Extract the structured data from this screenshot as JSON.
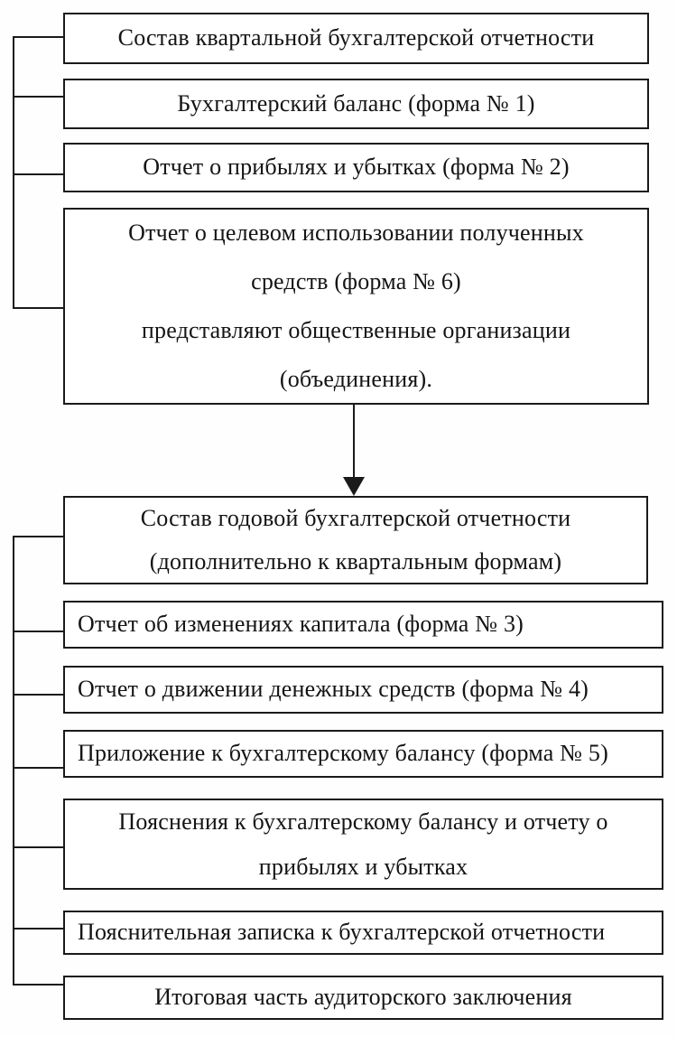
{
  "colors": {
    "line": "#1a1a1a",
    "background": "#ffffff",
    "text": "#141414"
  },
  "quarterly": {
    "header": "Состав квартальной бухгалтерской отчетности",
    "items": [
      {
        "lines": [
          "Бухгалтерский баланс (форма № 1)"
        ]
      },
      {
        "lines": [
          "Отчет о прибылях и убытках (форма № 2)"
        ]
      },
      {
        "lines": [
          "Отчет о целевом использовании полученных",
          "средств (форма № 6)",
          "представляют общественные организации",
          "(объединения)."
        ]
      }
    ]
  },
  "annual": {
    "header_lines": [
      "Состав годовой бухгалтерской отчетности",
      "(дополнительно к квартальным формам)"
    ],
    "items": [
      {
        "lines": [
          "Отчет об изменениях капитала (форма № 3)"
        ]
      },
      {
        "lines": [
          "Отчет о движении денежных средств (форма № 4)"
        ]
      },
      {
        "lines": [
          "Приложение к бухгалтерскому балансу (форма № 5)"
        ]
      },
      {
        "lines": [
          "Пояснения к бухгалтерскому балансу и отчету о",
          "прибылях и убытках"
        ]
      },
      {
        "lines": [
          "Пояснительная записка к бухгалтерской отчетности"
        ]
      },
      {
        "lines": [
          "Итоговая часть аудиторского заключения"
        ]
      }
    ]
  },
  "arrow": {
    "direction": "down"
  }
}
